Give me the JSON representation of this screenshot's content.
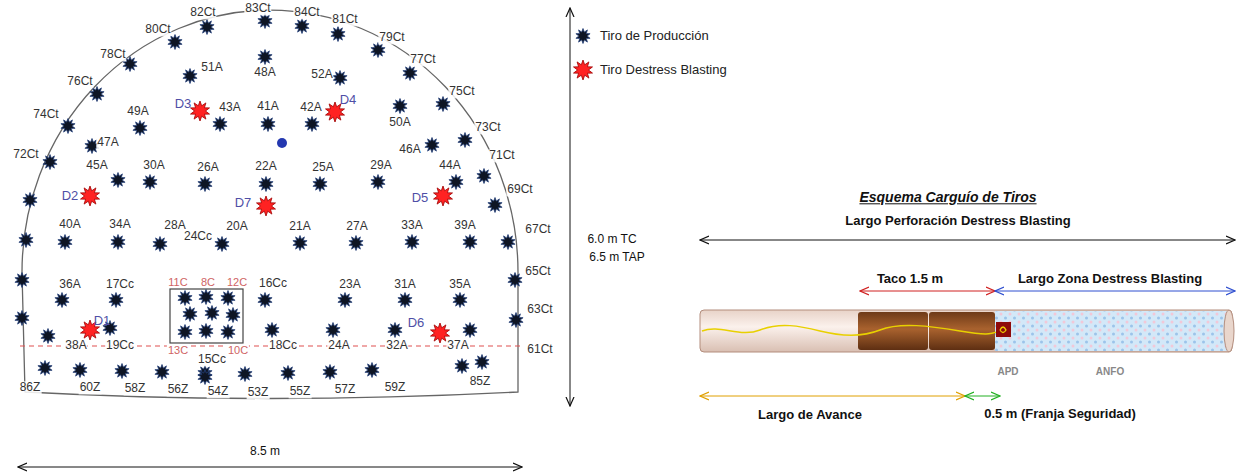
{
  "diagram": {
    "title": "Esquema Carguío de Tiros",
    "labels": [
      "80Ct",
      "82Ct",
      "83Ct",
      "84Ct",
      "81Ct",
      "79Ct",
      "78Ct",
      "77Ct",
      "76Ct",
      "75Ct",
      "74Ct",
      "73Ct",
      "72Ct",
      "71Ct",
      "69Ct",
      "67Ct",
      "65Ct",
      "63Ct",
      "61Ct",
      "86Z",
      "60Z",
      "58Z",
      "56Z",
      "54Z",
      "53Z",
      "55Z",
      "57Z",
      "59Z",
      "85Z",
      "51A",
      "48A",
      "52A",
      "D3",
      "43A",
      "41A",
      "42A",
      "D4",
      "49A",
      "50A",
      "47A",
      "46A",
      "45A",
      "30A",
      "26A",
      "22A",
      "25A",
      "29A",
      "44A",
      "D2",
      "D7",
      "D5",
      "40A",
      "34A",
      "28A",
      "24Cc",
      "20A",
      "21A",
      "27A",
      "33A",
      "39A",
      "36A",
      "17Cc",
      "11C",
      "8C",
      "12C",
      "16Cc",
      "23A",
      "31A",
      "35A",
      "D1",
      "D6",
      "38A",
      "19Cc",
      "13C",
      "10C",
      "18Cc",
      "24A",
      "32A",
      "37A",
      "15Cc",
      "8.5 m",
      "6.0 m TC",
      "6.5 m TAP",
      "Largo Perforación Destress Blasting",
      "Taco 1.5 m",
      "Largo Zona Destress Blasting",
      "APD",
      "ANFO",
      "Largo de Avance",
      "0.5 m (Franja Seguridad)"
    ],
    "legend": [
      {
        "text": "Tiro de Producción"
      },
      {
        "text": "Tiro Destress Blasting"
      }
    ]
  }
}
